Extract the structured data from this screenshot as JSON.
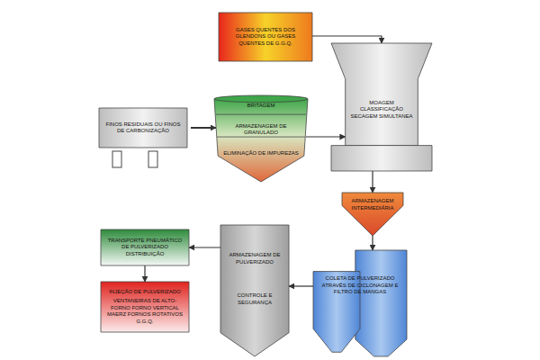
{
  "diagram": {
    "nodes": [
      {
        "text": [
          "GASES QUENTES DOS GLENDONS OU GASES QUENTES DE G.G.Q."
        ]
      },
      {
        "text": [
          "FINOS RESIDUAIS OU FINOS DE CARBONIZAÇÃO"
        ]
      },
      {
        "text": [
          "BRITAGEM",
          "ARMAZENAGEM DE GRANULADO",
          "ELIMINAÇÃO DE IMPUREZAS"
        ]
      },
      {
        "text": [
          "MOAGEM",
          "CLASSIFICAÇÃO",
          "SECAGEM SIMULTANEA"
        ]
      },
      {
        "text": [
          "ARMAZENAGEM INTERMEDIÁRIA"
        ]
      },
      {
        "text": [
          "COLETA DE PULVERIZADO ATRAVÉS DE CICLONAGEM E FILTRO DE MANGAS"
        ]
      },
      {
        "text": [
          "ARMAZENAGEM DE PULVERIZADO",
          "CONTROLE E SEGURANÇA"
        ]
      },
      {
        "text": [
          "TRANSPORTE PNEUMÁTICO DE PULVERIZADO DISTRIBUIÇÃO"
        ]
      },
      {
        "text": [
          "INJEÇÃO DE PULVERIZADO",
          "VENTANEIRAS DE ALTO-FORNO FORNO VERTICAL MAERZ FORNOS ROTATIVOS G.G.Q."
        ]
      }
    ],
    "edges": [
      {
        "from": 0,
        "to": 3,
        "arrow": "to"
      },
      {
        "from": 1,
        "to": 2,
        "arrow": "to"
      },
      {
        "from": 2,
        "to": 3,
        "arrow": "to"
      },
      {
        "from": 3,
        "to": 4,
        "arrow": "to"
      },
      {
        "from": 4,
        "to": 5,
        "arrow": "to"
      },
      {
        "from": 5,
        "to": 6,
        "arrow": "to"
      },
      {
        "from": 6,
        "to": 7,
        "arrow": "to"
      },
      {
        "from": 7,
        "to": 8,
        "arrow": "to"
      }
    ]
  }
}
